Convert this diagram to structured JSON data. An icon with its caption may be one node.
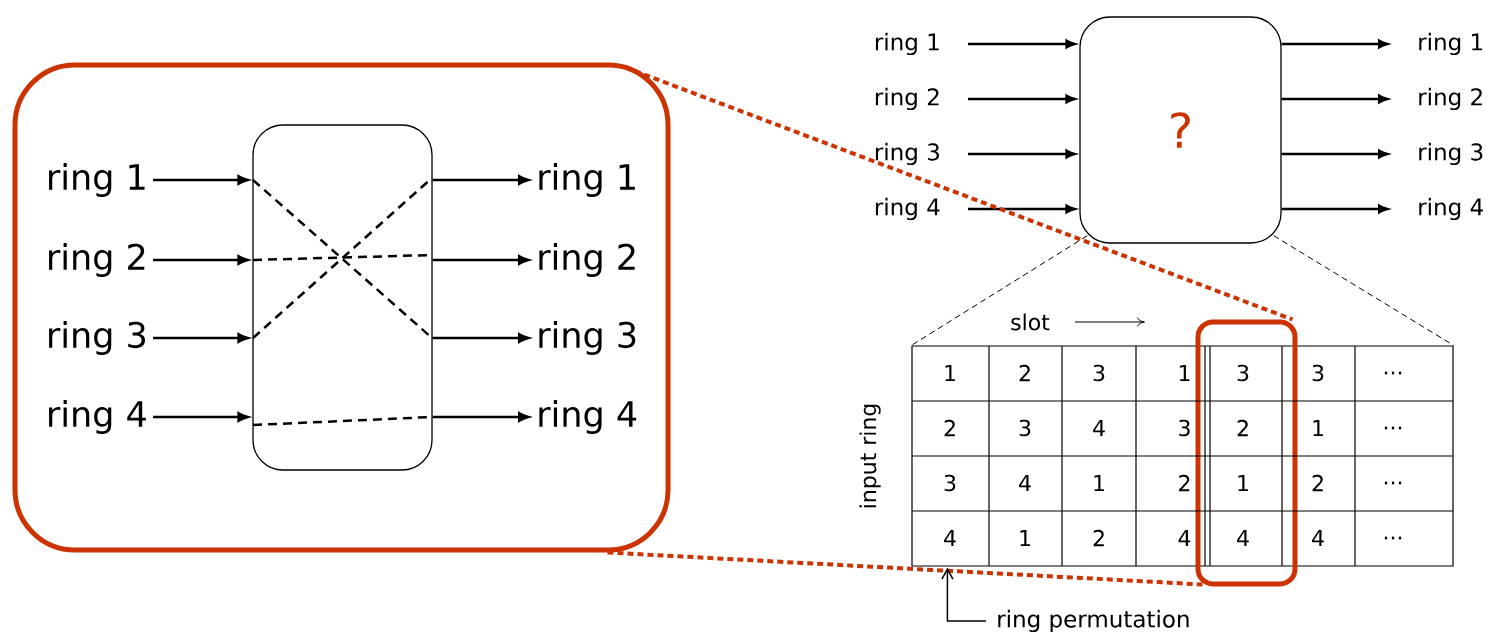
{
  "diagram": {
    "nodes": [
      {
        "text": [],
        "shape": "box"
      },
      {
        "text": [
          "ring 1"
        ],
        "in": 0
      },
      {
        "text": [
          "ring 2"
        ],
        "in": 0
      },
      {
        "text": [
          "ring 3"
        ],
        "in": 0
      },
      {
        "text": [
          "ring 4"
        ],
        "in": 0
      },
      {
        "text": [],
        "shape": "box",
        "in": 0
      },
      {
        "text": [
          "ring 1"
        ],
        "in": 0
      },
      {
        "text": [
          "ring 2"
        ],
        "in": 0
      },
      {
        "text": [
          "ring 3"
        ],
        "in": 0
      },
      {
        "text": [
          "ring 4"
        ],
        "in": 0
      },
      {
        "text": [
          "ring 1"
        ]
      },
      {
        "text": [
          "ring 2"
        ]
      },
      {
        "text": [
          "ring 3"
        ]
      },
      {
        "text": [
          "ring 4"
        ]
      },
      {
        "text": [
          "?"
        ]
      },
      {
        "text": [
          "ring 1"
        ]
      },
      {
        "text": [
          "ring 2"
        ]
      },
      {
        "text": [
          "ring 3"
        ]
      },
      {
        "text": [
          "ring 4"
        ]
      },
      {
        "text": [],
        "shape": "box",
        "beside": [
          "slot",
          "input ring"
        ]
      },
      {
        "text": [],
        "shape": "box"
      },
      {
        "text": [
          "ring permutation"
        ]
      }
    ],
    "edges": [
      {
        "from": 1,
        "to": 5,
        "arrow": "to"
      },
      {
        "from": 2,
        "to": 5,
        "arrow": "to"
      },
      {
        "from": 3,
        "to": 5,
        "arrow": "to"
      },
      {
        "from": 4,
        "to": 5,
        "arrow": "to"
      },
      {
        "from": 5,
        "to": 6,
        "arrow": "to"
      },
      {
        "from": 5,
        "to": 7,
        "arrow": "to"
      },
      {
        "from": 5,
        "to": 8,
        "arrow": "to"
      },
      {
        "from": 5,
        "to": 9,
        "arrow": "to"
      },
      {
        "from": 10,
        "to": 14,
        "arrow": "to"
      },
      {
        "from": 11,
        "to": 14,
        "arrow": "to"
      },
      {
        "from": 12,
        "to": 14,
        "arrow": "to"
      },
      {
        "from": 13,
        "to": 14,
        "arrow": "to"
      },
      {
        "from": 14,
        "to": 15,
        "arrow": "to"
      },
      {
        "from": 14,
        "to": 16,
        "arrow": "to"
      },
      {
        "from": 14,
        "to": 17,
        "arrow": "to"
      },
      {
        "from": 14,
        "to": 18,
        "arrow": "to"
      },
      {
        "from": 14,
        "to": 19,
        "arrow": "none",
        "style": "dashed"
      },
      {
        "from": 14,
        "to": 19,
        "arrow": "none",
        "style": "dashed"
      },
      {
        "from": 0,
        "to": 20,
        "arrow": "none",
        "style": "dashed",
        "color": "#cc3300"
      },
      {
        "from": 0,
        "to": 20,
        "arrow": "none",
        "style": "dashed",
        "color": "#cc3300"
      },
      {
        "from": 21,
        "to": 19,
        "arrow": "to"
      }
    ],
    "labels": [
      "1",
      "2",
      "3",
      "1",
      "3",
      "3",
      "...",
      "2",
      "3",
      "4",
      "3",
      "2",
      "1",
      "...",
      "3",
      "4",
      "1",
      "2",
      "1",
      "2",
      "...",
      "4",
      "1",
      "2",
      "4",
      "4",
      "4",
      "..."
    ]
  }
}
